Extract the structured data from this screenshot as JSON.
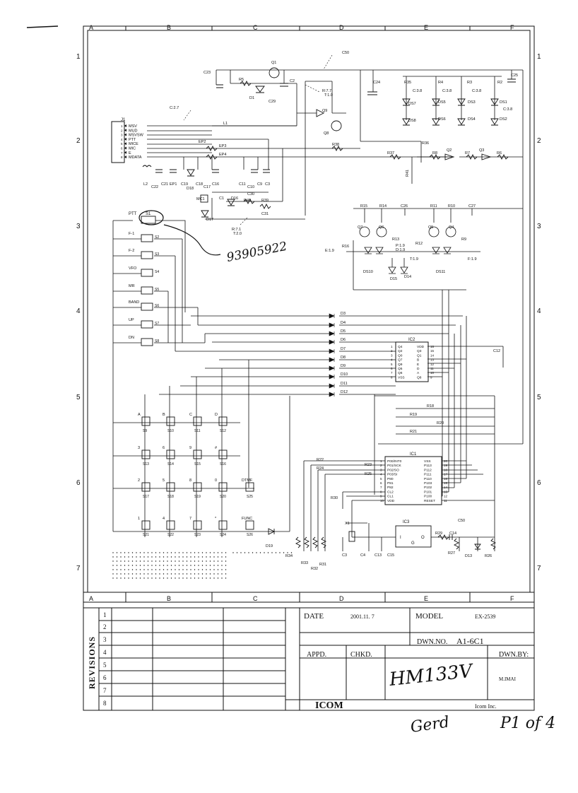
{
  "border": {
    "columns": [
      "A",
      "B",
      "C",
      "D",
      "E",
      "F"
    ],
    "rows": [
      "1",
      "2",
      "3",
      "4",
      "5",
      "6",
      "7"
    ]
  },
  "connector": {
    "ref": "J1",
    "pins": [
      {
        "num": "1",
        "name": "MSV"
      },
      {
        "num": "2",
        "name": "MUD"
      },
      {
        "num": "3",
        "name": "MSVSW"
      },
      {
        "num": "4",
        "name": "PTT"
      },
      {
        "num": "5",
        "name": "MICE"
      },
      {
        "num": "6",
        "name": "MIC"
      },
      {
        "num": "7",
        "name": "E"
      },
      {
        "num": "8",
        "name": "MDATA"
      }
    ]
  },
  "switches_side": [
    {
      "ref": "S1",
      "label": "PTT"
    },
    {
      "ref": "S2",
      "label": "F-1"
    },
    {
      "ref": "S3",
      "label": "F-2"
    },
    {
      "ref": "S4",
      "label": "VFO"
    },
    {
      "ref": "S5",
      "label": "MR"
    },
    {
      "ref": "S6",
      "label": "BAND"
    },
    {
      "ref": "S7",
      "label": "UP"
    },
    {
      "ref": "S8",
      "label": "DN"
    }
  ],
  "keypad": [
    {
      "ref": "S9",
      "label": "A"
    },
    {
      "ref": "S10",
      "label": "B"
    },
    {
      "ref": "S11",
      "label": "C"
    },
    {
      "ref": "S12",
      "label": "D"
    },
    {
      "ref": "S13",
      "label": "3"
    },
    {
      "ref": "S14",
      "label": "6"
    },
    {
      "ref": "S15",
      "label": "9"
    },
    {
      "ref": "S16",
      "label": "#"
    },
    {
      "ref": "S17",
      "label": "2"
    },
    {
      "ref": "S18",
      "label": "5"
    },
    {
      "ref": "S19",
      "label": "8"
    },
    {
      "ref": "S20",
      "label": "0"
    },
    {
      "ref": "S25",
      "label": "DTMF"
    },
    {
      "ref": "S21",
      "label": "1"
    },
    {
      "ref": "S22",
      "label": "4"
    },
    {
      "ref": "S23",
      "label": "7"
    },
    {
      "ref": "S24",
      "label": "*"
    },
    {
      "ref": "S26",
      "label": "FUNC"
    }
  ],
  "diodes_matrix": [
    "D3",
    "D4",
    "D5",
    "D6",
    "D7",
    "D8",
    "D9",
    "D10",
    "D11",
    "D12"
  ],
  "ic2": {
    "ref": "IC2",
    "left": [
      {
        "n": "1",
        "p": "Q4"
      },
      {
        "n": "2",
        "p": "Q2"
      },
      {
        "n": "3",
        "p": "Q0"
      },
      {
        "n": "4",
        "p": "Q7"
      },
      {
        "n": "5",
        "p": "Q9"
      },
      {
        "n": "6",
        "p": "Q5"
      },
      {
        "n": "7",
        "p": "Q6"
      },
      {
        "n": "8",
        "p": "VSS"
      }
    ],
    "right": [
      {
        "n": "16",
        "p": "VDD"
      },
      {
        "n": "15",
        "p": "Q3"
      },
      {
        "n": "14",
        "p": "Q1"
      },
      {
        "n": "13",
        "p": "B"
      },
      {
        "n": "12",
        "p": "E"
      },
      {
        "n": "11",
        "p": "D"
      },
      {
        "n": "10",
        "p": "A"
      },
      {
        "n": "9",
        "p": "Q8"
      }
    ]
  },
  "ic1": {
    "ref": "IC1",
    "left": [
      {
        "n": "1",
        "p": "P00/INT0"
      },
      {
        "n": "2",
        "p": "P01/SCK"
      },
      {
        "n": "3",
        "p": "P02/SO"
      },
      {
        "n": "4",
        "p": "P03/SI"
      },
      {
        "n": "5",
        "p": "P80"
      },
      {
        "n": "6",
        "p": "P81"
      },
      {
        "n": "7",
        "p": "P82"
      },
      {
        "n": "8",
        "p": "CL2"
      },
      {
        "n": "9",
        "p": "CL1"
      },
      {
        "n": "10",
        "p": "VDD"
      }
    ],
    "right": [
      {
        "n": "20",
        "p": "VSS"
      },
      {
        "n": "19",
        "p": "P113"
      },
      {
        "n": "18",
        "p": "P112"
      },
      {
        "n": "17",
        "p": "P111"
      },
      {
        "n": "16",
        "p": "P110"
      },
      {
        "n": "15",
        "p": "P103"
      },
      {
        "n": "14",
        "p": "P102"
      },
      {
        "n": "13",
        "p": "P101"
      },
      {
        "n": "12",
        "p": "P100"
      },
      {
        "n": "11",
        "p": "RESET"
      }
    ]
  },
  "ic3": {
    "ref": "IC3",
    "in": "I",
    "out": "O",
    "gnd": "G"
  },
  "top_labels": {
    "c50_top": "C50",
    "c50_bottom": "C50",
    "r77": "R:7.7",
    "t10": "T:1.0",
    "r71": "R:7.1",
    "t20": "T:2.0",
    "c38a": "C:3.8",
    "c38b": "C:3.8",
    "c38c": "C:3.8",
    "c38d": "C:3.8",
    "p19": "P:1.9",
    "d19": "D:1.9",
    "e19": "E:1.9",
    "t19": "T:1.9",
    "f19": "F:1.9",
    "l27": "C:2.7"
  },
  "handwritten": {
    "part_no": "93905922",
    "model_note": "HM133V",
    "signature": "Gerd",
    "page": "P1 of 4"
  },
  "title_block": {
    "revisions_label": "REVISIONS",
    "revision_rows": [
      "1",
      "2",
      "3",
      "4",
      "5",
      "6",
      "7",
      "8"
    ],
    "date_label": "DATE",
    "date_value": "2001.11. 7",
    "model_label": "MODEL",
    "model_value": "EX-2539",
    "dwn_no_label": "DWN.NO.",
    "dwn_no_value": "A1-6C1",
    "appd_label": "APPD.",
    "chkd_label": "CHKD.",
    "dwn_by_label": "DWN.BY:",
    "dwn_by_value": "M.IMAI",
    "company": "ICOM",
    "company_inc": "Icom Inc."
  }
}
